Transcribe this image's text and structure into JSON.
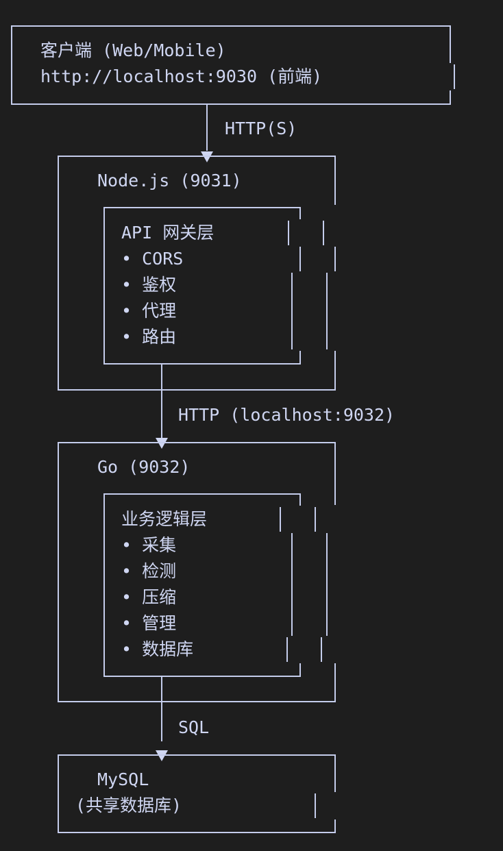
{
  "colors": {
    "background": "#1e1e1e",
    "line": "#c5cdec",
    "text": "#cfd6f2"
  },
  "client": {
    "title": "客户端 (Web/Mobile)",
    "url": "http://localhost:9030 (前端)"
  },
  "edge1": {
    "label": "HTTP(S)"
  },
  "node": {
    "title": "Node.js (9031)",
    "inner_title": "API 网关层",
    "items": [
      "• CORS",
      "• 鉴权",
      "• 代理",
      "• 路由"
    ]
  },
  "edge2": {
    "label": "HTTP (localhost:9032)"
  },
  "go": {
    "title": "Go (9032)",
    "inner_title": "业务逻辑层",
    "items": [
      "• 采集",
      "• 检测",
      "• 压缩",
      "• 管理",
      "• 数据库"
    ]
  },
  "edge3": {
    "label": "SQL"
  },
  "mysql": {
    "title": "MySQL",
    "subtitle": "(共享数据库)"
  }
}
